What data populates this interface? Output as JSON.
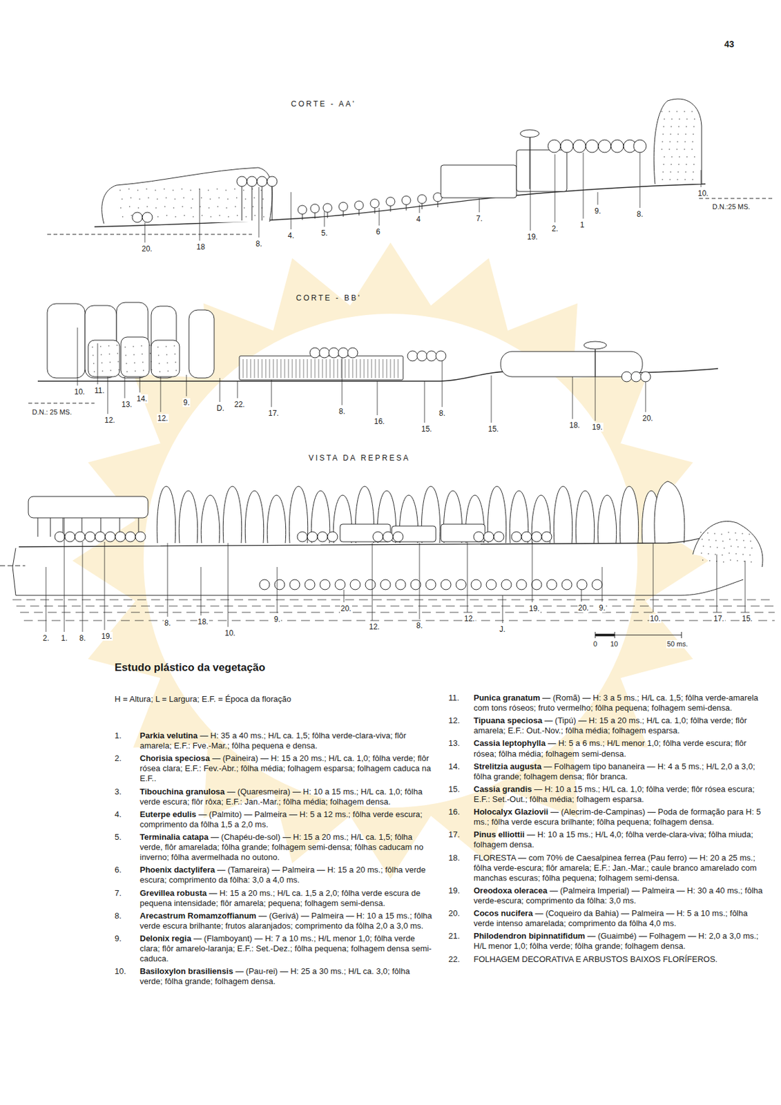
{
  "diagram": {
    "title": "Estudo plástico da vegetação",
    "labels": [
      "43",
      "CORTE - AA'",
      "20.",
      "18",
      "8.",
      "4.",
      "5.",
      "6",
      "4",
      "7.",
      "19.",
      "2.",
      "1",
      "9.",
      "8.",
      "10.",
      "D.N.:25 MS.",
      "CORTE - BB'",
      "10.",
      "11.",
      "12.",
      "13.",
      "14.",
      "9.",
      "12.",
      "D.",
      "22.",
      "17.",
      "8.",
      "16.",
      "8.",
      "15.",
      "15.",
      "18.",
      "19.",
      "20.",
      "D.N.: 25 MS.",
      "VISTA DA REPRESA",
      "2.",
      "1.",
      "8.",
      "19.",
      "8.",
      "18.",
      "10.",
      "9.",
      "20.",
      "12.",
      "8.",
      "12.",
      "19.",
      "J.",
      "20.",
      "9.",
      "10.",
      "17.",
      "15.",
      "0",
      "10",
      "50 ms.",
      "H = Altura; L = Largura; E.F. = Época da floração",
      "1.",
      "Parkia velutina — H: 35 a 40 ms.; H/L ca. 1,5; fôlha verde-clara-viva; flôr amarela; E.F.: Fve.-Mar.; fôlha pequena e densa.",
      "2.",
      "Chorisia speciosa — (Paineira) — H: 15 a 20 ms.; H/L ca. 1,0; fôlha verde; flôr rósea clara; E.F.: Fev.-Abr.; fôlha média; folhagem esparsa; folhagem caduca na E.F..",
      "3.",
      "Tibouchina granulosa — (Quaresmeira) — H: 10 a 15 ms.; H/L ca. 1,0; fôlha verde escura; flôr rôxa; E.F.: Jan.-Mar.; fôlha média; folhagem densa.",
      "4.",
      "Euterpe edulis — (Palmito) — Palmeira — H: 5 a 12 ms.; fôlha verde escura; comprimento da fôlha 1,5 a 2,0 ms.",
      "5.",
      "Terminalia catapa — (Chapéu-de-sol) — H: 15 a 20 ms.; H/L ca. 1,5; fôlha verde, flôr amarelada; fôlha grande; folhagem semi-densa; fôlhas caducam no inverno; fôlha avermelhada no outono.",
      "6.",
      "Phoenix dactylifera — (Tamareira) — Palmeira — H: 15 a 20 ms.; fôlha verde escura; comprimento da fôlha: 3,0 a 4,0 ms.",
      "7.",
      "Grevillea robusta — H: 15 a 20 ms.; H/L ca. 1,5 a 2,0; fôlha verde escura de pequena intensidade; flôr amarela; pequena; folhagem semi-densa.",
      "8.",
      "Arecastrum Romamzoffianum — (Gerivá) — Palmeira — H: 10 a 15 ms.; fôlha verde escura brilhante; frutos alaranjados; comprimento da fôlha 2,0 a 3,0 ms.",
      "9.",
      "Delonix regia — (Flamboyant) — H: 7 a 10 ms.; H/L menor 1,0; fôlha verde clara; flôr amarelo-laranja; E.F.: Set.-Dez.; fôlha pequena; folhagem densa semi-caduca.",
      "10.",
      "Basiloxylon brasiliensis — (Pau-rei) — H: 25 a 30 ms.; H/L ca. 3,0; fôlha verde; fôlha grande; folhagem densa.",
      "11.",
      "Punica granatum — (Romã) — H: 3 a 5 ms.; H/L ca. 1,5; fôlha verde-amarela com tons róseos; fruto vermelho; fôlha pequena; folhagem semi-densa.",
      "12.",
      "Tipuana speciosa — (Tipú) — H: 15 a 20 ms.; H/L ca. 1,0; fôlha verde; flôr amarela; E.F.: Out.-Nov.; fôlha média; folhagem esparsa.",
      "13.",
      "Cassia leptophylla — H: 5 a 6 ms.; H/L menor 1,0; fôlha verde escura; flôr rósea; fôlha média; folhagem semi-densa.",
      "14.",
      "Strelitzia augusta — Folhagem tipo bananeira — H: 4 a 5 ms.; H/L 2,0 a 3,0; fôlha grande; folhagem densa; flôr branca.",
      "15.",
      "Cassia grandis — H: 10 a 15 ms.; H/L ca. 1,0; fôlha verde; flôr rósea escura; E.F.: Set.-Out.; fôlha média; folhagem esparsa.",
      "16.",
      "Holocalyx Glaziovii — (Alecrim-de-Campinas) — Poda de formação para H: 5 ms.; fôlha verde escura brilhante; fôlha pequena; folhagem densa.",
      "17.",
      "Pinus elliottii — H: 10 a 15 ms.; H/L 4,0; fôlha verde-clara-viva; fôlha miuda; folhagem densa.",
      "18.",
      "FLORESTA — com 70% de Caesalpinea ferrea (Pau ferro) — H: 20 a 25 ms.; fôlha verde-escura; flôr amarela; E.F.: Jan.-Mar.; caule branco amarelado com manchas escuras; fôlha pequena; folhagem semi-densa.",
      "19.",
      "Oreodoxa oleracea — (Palmeira Imperial) — Palmeira — H: 30 a 40 ms.; fôlha verde-escura; comprimento da fôlha: 3,0 ms.",
      "20.",
      "Cocos nucifera — (Coqueiro da Bahia) — Palmeira — H: 5 a 10 ms.; fôlha verde intenso amarelada; comprimento da fôlha 4,0 ms.",
      "21.",
      "Philodendron bipinnatifidum — (Guaimbé) — Folhagem — H: 2,0 a 3,0 ms.; H/L menor 1,0; fôlha verde; fôlha grande; folhagem densa.",
      "22.",
      "FOLHAGEM DECORATIVA E ARBUSTOS BAIXOS FLORÍFEROS."
    ]
  }
}
